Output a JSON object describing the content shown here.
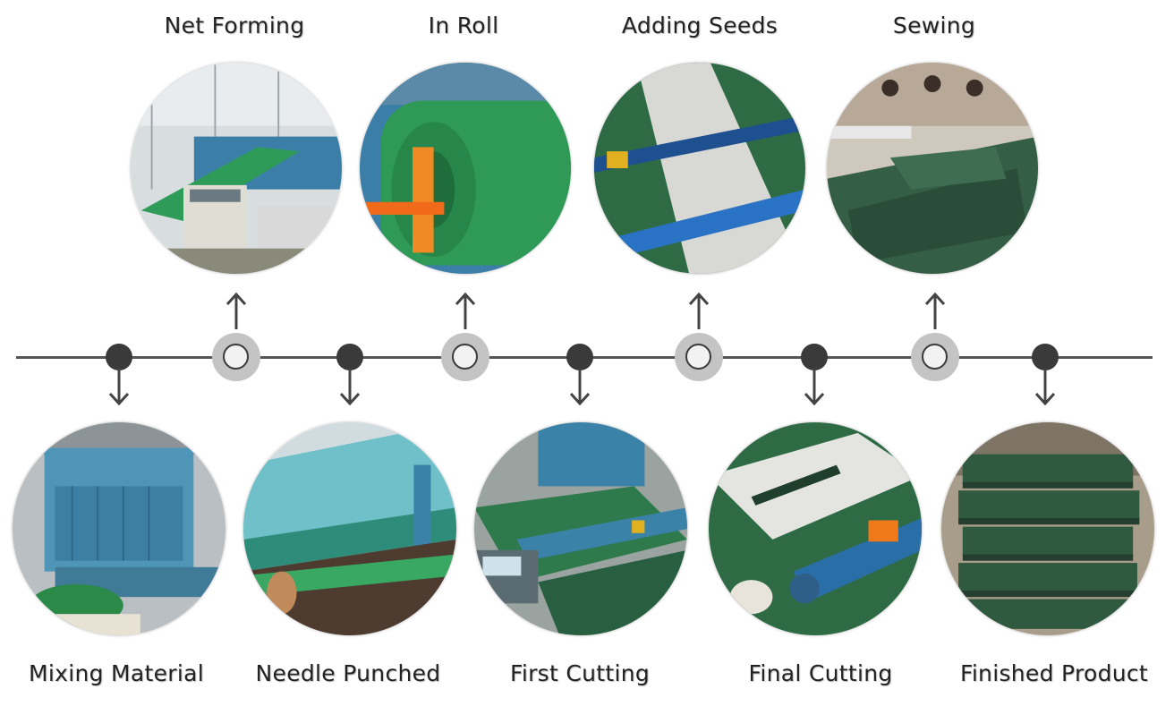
{
  "steps_top": [
    {
      "label": "Net Forming",
      "photo_icon": "factory-machine-photo"
    },
    {
      "label": "In Roll",
      "photo_icon": "green-roll-photo"
    },
    {
      "label": "Adding Seeds",
      "photo_icon": "seed-conveyor-photo"
    },
    {
      "label": "Sewing",
      "photo_icon": "sewing-workshop-photo"
    }
  ],
  "steps_bottom": [
    {
      "label": "Mixing Material",
      "photo_icon": "mixing-machine-photo"
    },
    {
      "label": "Needle Punched",
      "photo_icon": "needle-punch-photo"
    },
    {
      "label": "First Cutting",
      "photo_icon": "cutting-machine-photo"
    },
    {
      "label": "Final Cutting",
      "photo_icon": "final-cutting-photo"
    },
    {
      "label": "Finished Product",
      "photo_icon": "stacked-mats-photo"
    }
  ],
  "colors": {
    "line": "#555555",
    "dot": "#3a3a3a",
    "ring": "#c4c4c4",
    "mat_green": "#2e7d4f",
    "machine_blue": "#3b7fa8"
  }
}
